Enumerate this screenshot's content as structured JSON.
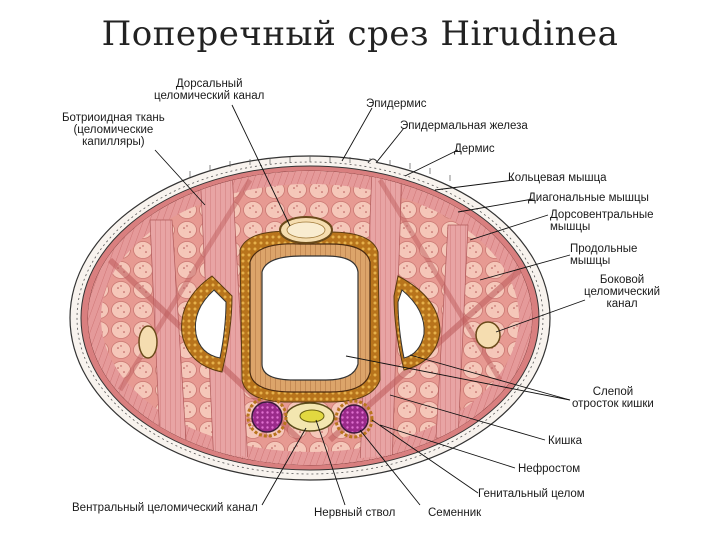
{
  "title": "Поперечный срез Hirudinea",
  "labels": {
    "dorsal_canal": "Дорсальный\nцеломический канал",
    "botryoidal": "Ботриоидная ткань\n(целомические\nкапилляры)",
    "epidermis": "Эпидермис",
    "epidermal_gland": "Эпидермальная железа",
    "dermis": "Дермис",
    "ring_muscle": "Кольцевая мышца",
    "diagonal_muscles": "Диагональные мышцы",
    "dorsoventral_muscles": "Дорсовентральные\nмышцы",
    "longitudinal_muscles": "Продольные\nмышцы",
    "lateral_canal": "Боковой\nцеломический\nканал",
    "caecum": "Слепой\nотросток кишки",
    "intestine": "Кишка",
    "nephrostome": "Нефростом",
    "genital_coelom": "Генитальный целом",
    "ventral_canal": "Вентральный целомический канал",
    "nerve_cord": "Нервный ствол",
    "testis": "Семенник"
  },
  "colors": {
    "muscle": "#e8a0a0",
    "muscle_dark": "#c96a6a",
    "parenchyma": "#f4c4b4",
    "botryoid": "#b8741c",
    "epidermis": "#f7f2ec",
    "testis": "#9a2a8a",
    "nerve": "#e6dc4a",
    "canal": "#f5ddb0"
  }
}
